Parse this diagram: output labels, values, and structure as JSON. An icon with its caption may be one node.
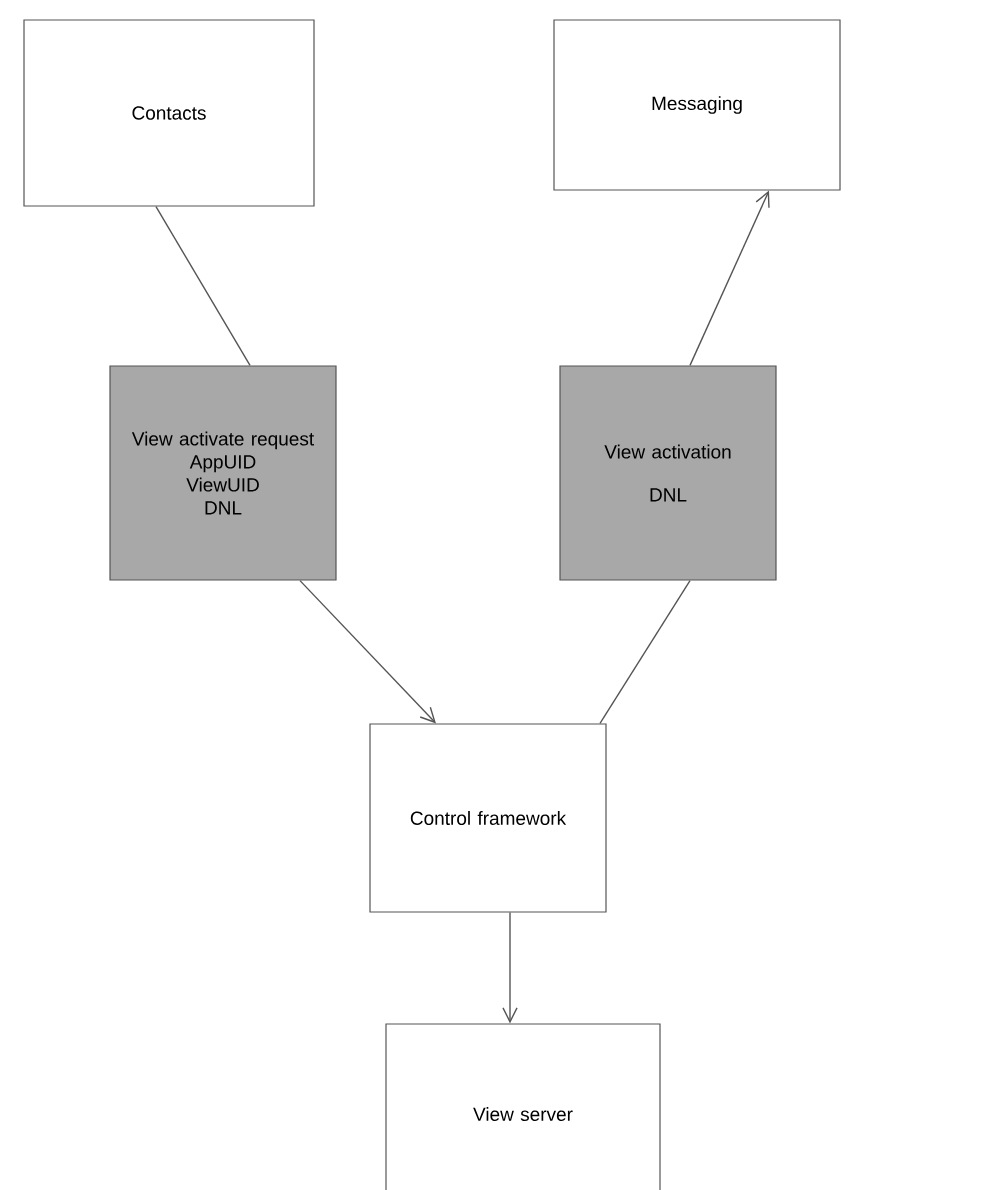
{
  "diagram": {
    "nodes": [
      {
        "text": [
          "Contacts"
        ]
      },
      {
        "text": [
          "Messaging"
        ]
      },
      {
        "text": [
          "View activate request",
          "AppUID",
          "ViewUID",
          "DNL"
        ]
      },
      {
        "text": [
          "View activation",
          "DNL"
        ]
      },
      {
        "text": [
          "Control framework"
        ]
      },
      {
        "text": [
          "View server"
        ]
      }
    ],
    "edges": [
      {
        "from": 0,
        "to": 2,
        "arrow": "none"
      },
      {
        "from": 2,
        "to": 4,
        "arrow": "to"
      },
      {
        "from": 4,
        "to": 3,
        "arrow": "none"
      },
      {
        "from": 3,
        "to": 1,
        "arrow": "to"
      },
      {
        "from": 4,
        "to": 5,
        "arrow": "to"
      }
    ]
  }
}
